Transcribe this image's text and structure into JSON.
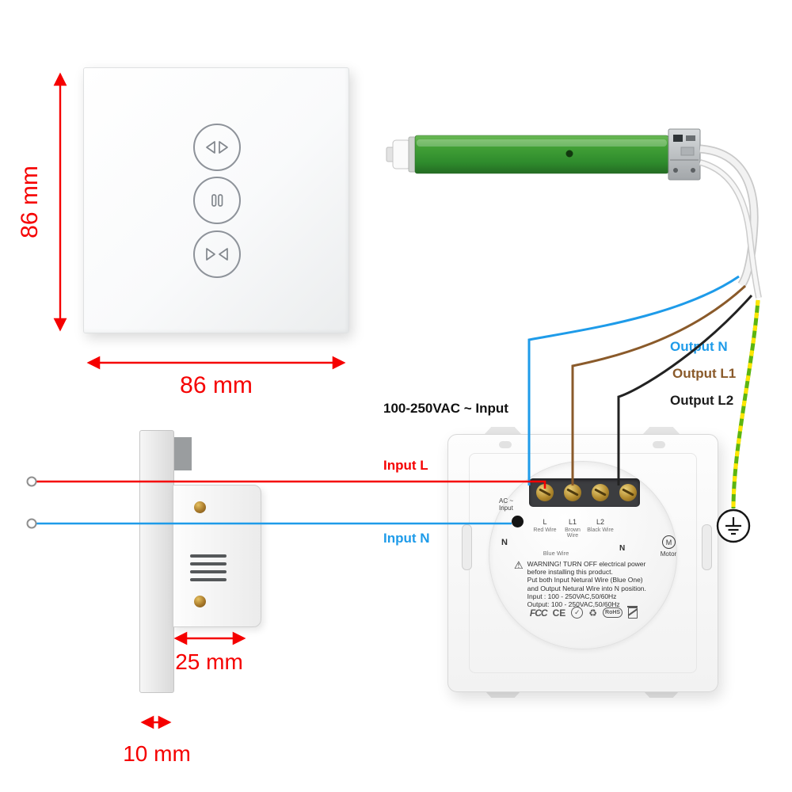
{
  "front_view": {
    "height_label": "86 mm",
    "width_label": "86 mm",
    "button_icons": [
      "curtain-open-icon",
      "curtain-pause-icon",
      "curtain-close-icon"
    ]
  },
  "side_view": {
    "box_depth_label": "25 mm",
    "plate_depth_label": "10 mm"
  },
  "wiring": {
    "input_header": "100-250VAC ~ Input",
    "input_l_label": "Input L",
    "input_n_label": "Input N",
    "output_n_label": "Output N",
    "output_l1_label": "Output L1",
    "output_l2_label": "Output L2"
  },
  "module": {
    "ac_label_line1": "AC ~",
    "ac_label_line2": "Input",
    "n_input_label": "N",
    "terminals": {
      "l": "L",
      "l1": "L1",
      "l2": "L2"
    },
    "wire_names": {
      "red": "Red Wire",
      "brown": "Brown Wire",
      "black": "Black Wire",
      "blue": "Blue Wire"
    },
    "n_output_label": "N",
    "motor_m": "M",
    "motor_label": "Motor",
    "warning_icon": "⚠",
    "warning_lines": [
      "WARNING! TURN OFF electrical power",
      "before installing this product.",
      "Put both Input Netural Wire (Blue One)",
      "and Output Netural Wire into N position.",
      "Input :  100 - 250VAC,50/60Hz",
      "Output: 100 - 250VAC,50/60Hz"
    ],
    "certs": {
      "fcc": "FCC",
      "ce": "CE",
      "check": "✓",
      "recycle": "♻",
      "rohs": "RoHS"
    }
  },
  "colors": {
    "dimension_red": "#f50000",
    "wire_red": "#f50000",
    "wire_blue": "#1e9be9",
    "wire_brown": "#8a5a2a",
    "wire_black": "#1c1c1c",
    "ground_green": "#5cb511",
    "ground_yellow": "#ffe600",
    "motor_green": "#3e9b35"
  }
}
